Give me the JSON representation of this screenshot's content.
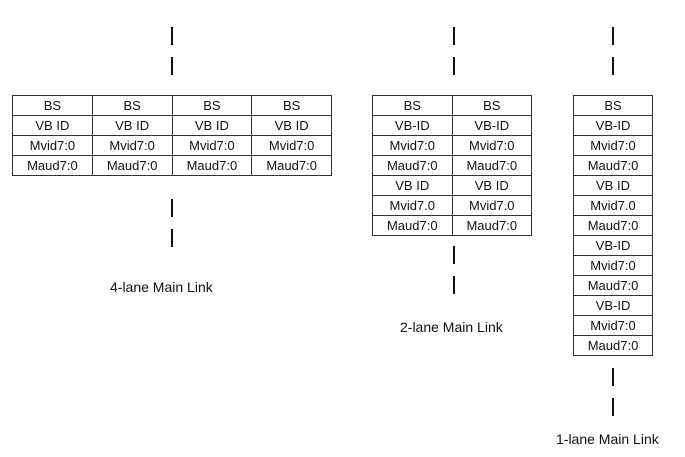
{
  "four_lane": {
    "caption": "4-lane Main Link",
    "rows": [
      [
        "BS",
        "BS",
        "BS",
        "BS"
      ],
      [
        "VB ID",
        "VB ID",
        "VB ID",
        "VB ID"
      ],
      [
        "Mvid7:0",
        "Mvid7:0",
        "Mvid7:0",
        "Mvid7:0"
      ],
      [
        "Maud7:0",
        "Maud7:0",
        "Maud7:0",
        "Maud7:0"
      ]
    ]
  },
  "two_lane": {
    "caption": "2-lane Main Link",
    "rows": [
      [
        "BS",
        "BS"
      ],
      [
        "VB-ID",
        "VB-ID"
      ],
      [
        "Mvid7:0",
        "Mvid7:0"
      ],
      [
        "Maud7:0",
        "Maud7:0"
      ],
      [
        "VB ID",
        "VB ID"
      ],
      [
        "Mvid7.0",
        "Mvid7.0"
      ],
      [
        "Maud7:0",
        "Maud7:0"
      ]
    ]
  },
  "one_lane": {
    "caption": "1-lane Main Link",
    "rows": [
      [
        "BS"
      ],
      [
        "VB-ID"
      ],
      [
        "Mvid7:0"
      ],
      [
        "Maud7:0"
      ],
      [
        "VB ID"
      ],
      [
        "Mvid7.0"
      ],
      [
        "Maud7:0"
      ],
      [
        "VB-ID"
      ],
      [
        "Mvid7:0"
      ],
      [
        "Maud7:0"
      ],
      [
        "VB-ID"
      ],
      [
        "Mvid7:0"
      ],
      [
        "Maud7:0"
      ]
    ]
  }
}
